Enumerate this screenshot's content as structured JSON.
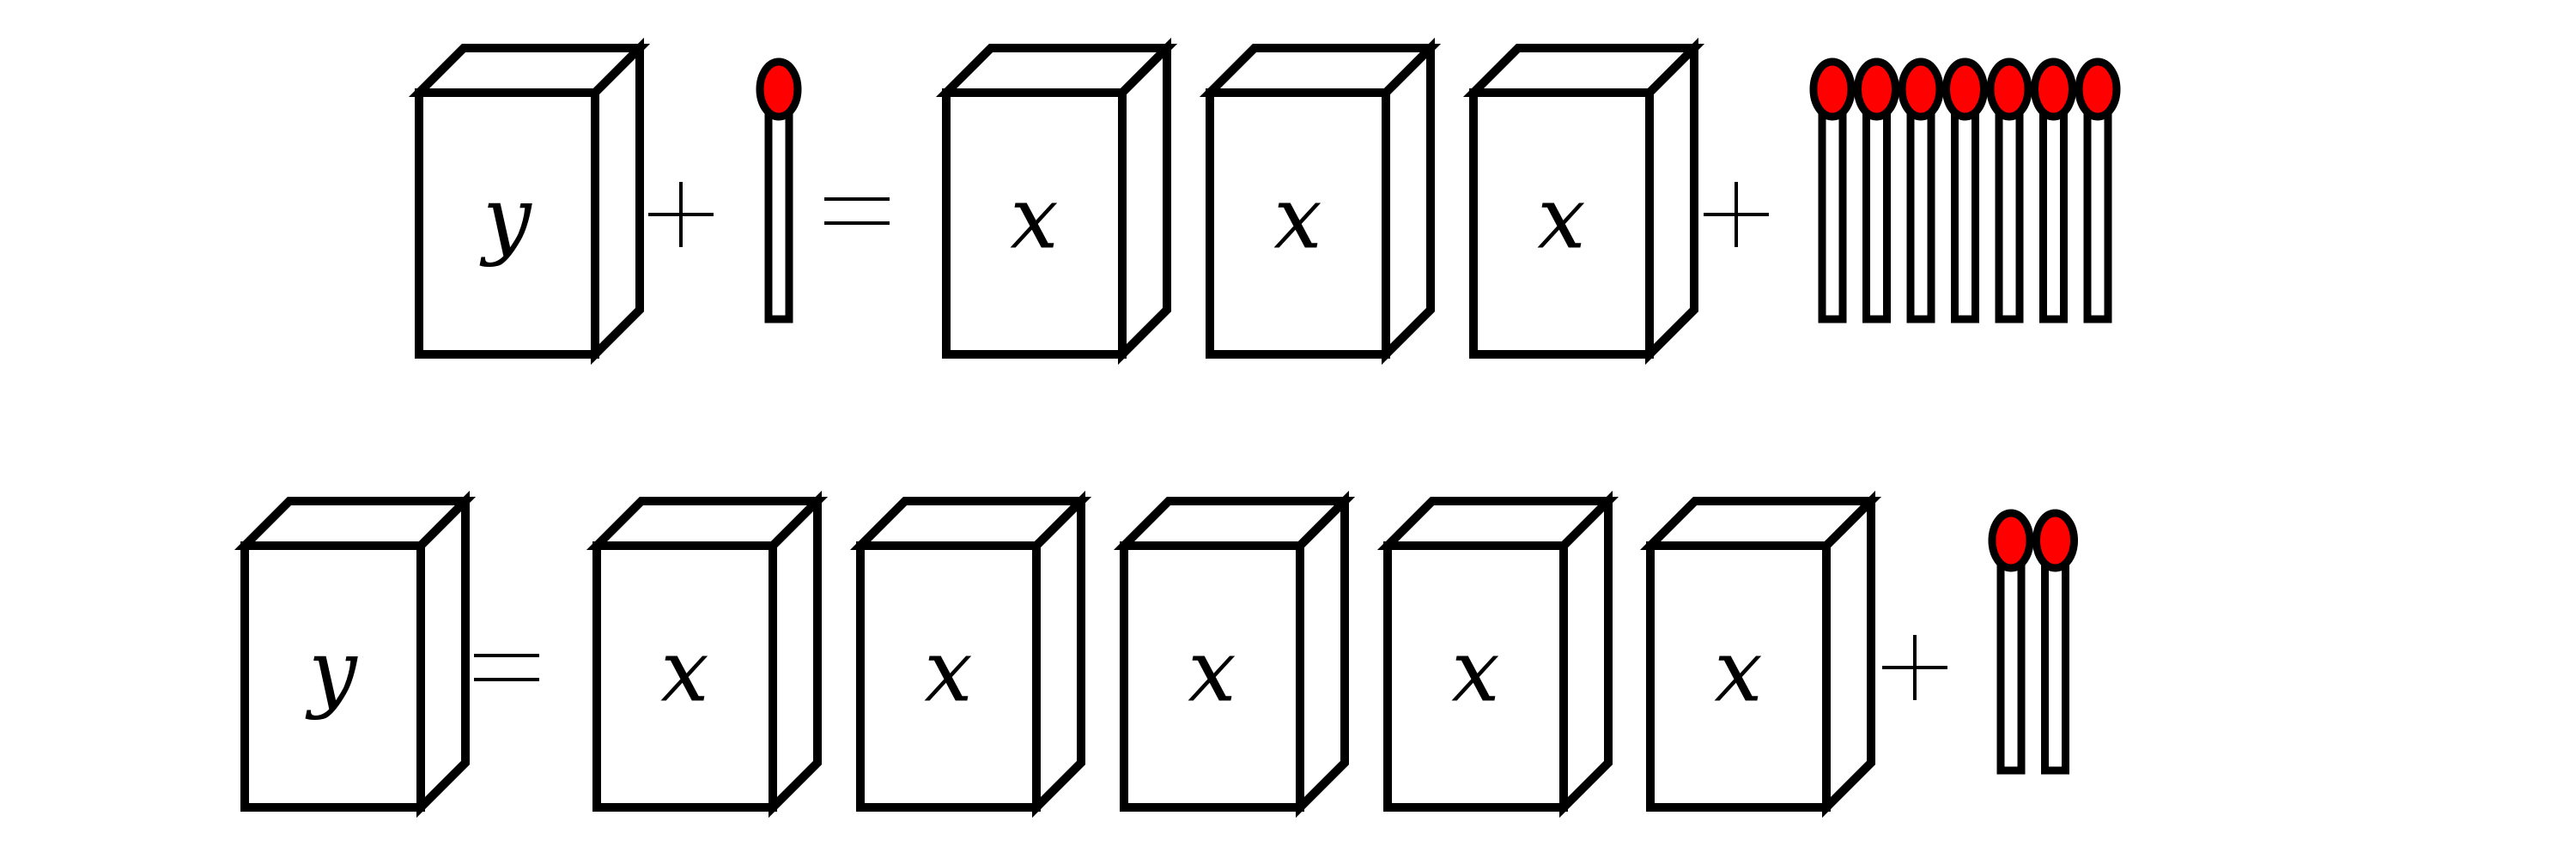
{
  "colors": {
    "match_head": "#ff0000",
    "outline": "#000000",
    "background": "#ffffff"
  },
  "equations": [
    {
      "name": "equation-1",
      "lhs": {
        "boxes": [
          "y"
        ],
        "matchsticks": 1
      },
      "rhs": {
        "boxes": [
          "x",
          "x",
          "x"
        ],
        "matchsticks": 7
      }
    },
    {
      "name": "equation-2",
      "lhs": {
        "boxes": [
          "y"
        ],
        "matchsticks": 0
      },
      "rhs": {
        "boxes": [
          "x",
          "x",
          "x",
          "x",
          "x"
        ],
        "matchsticks": 2
      }
    }
  ]
}
